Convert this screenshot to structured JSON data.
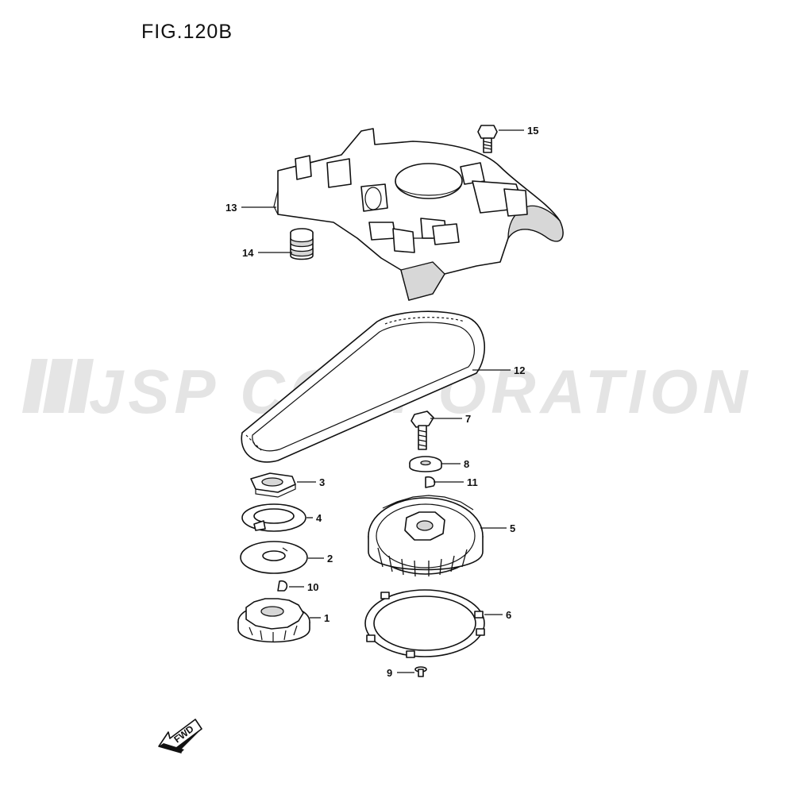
{
  "figure": {
    "title": "FIG.120B"
  },
  "watermark": {
    "text": "JSP CORPORATION"
  },
  "direction_arrow": {
    "label": "FWD"
  },
  "callouts": {
    "c1": "1",
    "c2": "2",
    "c3": "3",
    "c4": "4",
    "c5": "5",
    "c6": "6",
    "c7": "7",
    "c8": "8",
    "c9": "9",
    "c10": "10",
    "c11": "11",
    "c12": "12",
    "c13": "13",
    "c14": "14",
    "c15": "15"
  }
}
